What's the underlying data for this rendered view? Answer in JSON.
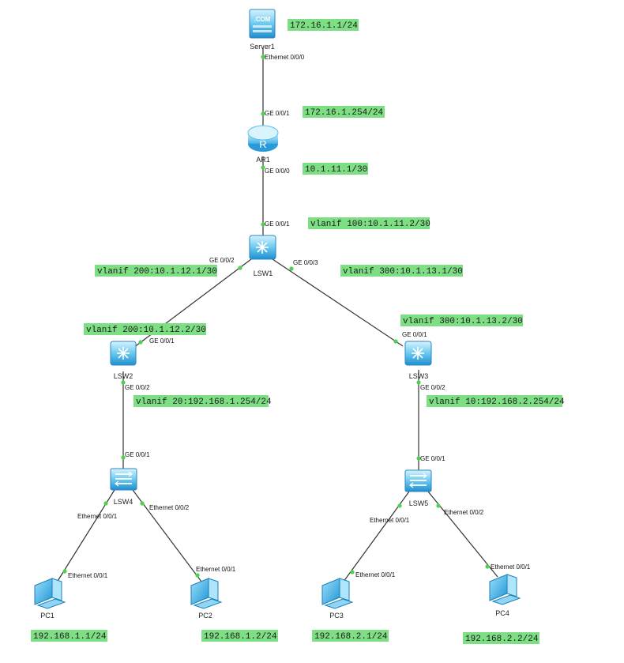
{
  "devices": {
    "server1": {
      "name": "Server1",
      "badge": ".COM"
    },
    "ar1": {
      "name": "AR1",
      "glyph": "R"
    },
    "lsw1": {
      "name": "LSW1"
    },
    "lsw2": {
      "name": "LSW2"
    },
    "lsw3": {
      "name": "LSW3"
    },
    "lsw4": {
      "name": "LSW4"
    },
    "lsw5": {
      "name": "LSW5"
    },
    "pc1": {
      "name": "PC1"
    },
    "pc2": {
      "name": "PC2"
    },
    "pc3": {
      "name": "PC3"
    },
    "pc4": {
      "name": "PC4"
    }
  },
  "addresses": {
    "server1": "172.16.1.1/24",
    "ar1_ge001": "172.16.1.254/24",
    "ar1_ge000": "10.1.11.1/30",
    "lsw1_vlanif100": "vlanif 100:10.1.11.2/30",
    "lsw1_vlanif200": "vlanif 200:10.1.12.1/30",
    "lsw1_vlanif300": "vlanif 300:10.1.13.1/30",
    "lsw2_vlanif200": "vlanif 200:10.1.12.2/30",
    "lsw3_vlanif300": "vlanif 300:10.1.13.2/30",
    "lsw2_vlanif20": "vlanif 20:192.168.1.254/24",
    "lsw3_vlanif10": "vlanif 10:192.168.2.254/24",
    "pc1": "192.168.1.1/24",
    "pc2": "192.168.1.2/24",
    "pc3": "192.168.2.1/24",
    "pc4": "192.168.2.2/24"
  },
  "ports": {
    "server1_eth000": "Ethernet 0/0/0",
    "ar1_ge001": "GE 0/0/1",
    "ar1_ge000": "GE 0/0/0",
    "lsw1_ge001": "GE 0/0/1",
    "lsw1_ge002": "GE 0/0/2",
    "lsw1_ge003": "GE 0/0/3",
    "lsw2_ge001": "GE 0/0/1",
    "lsw2_ge002": "GE 0/0/2",
    "lsw3_ge001": "GE 0/0/1",
    "lsw3_ge002": "GE 0/0/2",
    "lsw4_ge001": "GE 0/0/1",
    "lsw4_eth001": "Ethernet 0/0/1",
    "lsw4_eth002": "Ethernet 0/0/2",
    "lsw5_ge001": "GE 0/0/1",
    "lsw5_eth001": "Ethernet 0/0/1",
    "lsw5_eth002": "Ethernet 0/0/2",
    "pc1_eth001": "Ethernet 0/0/1",
    "pc2_eth001": "Ethernet 0/0/1",
    "pc3_eth001": "Ethernet 0/0/1",
    "pc4_eth001": "Ethernet 0/0/1"
  },
  "colors": {
    "label_bg": "#7dde84",
    "link": "#333333",
    "port_dot": "#4fd04f",
    "device_light": "#cdeefb",
    "device_mid": "#5bc2ec",
    "device_dark": "#1c8fcf"
  }
}
